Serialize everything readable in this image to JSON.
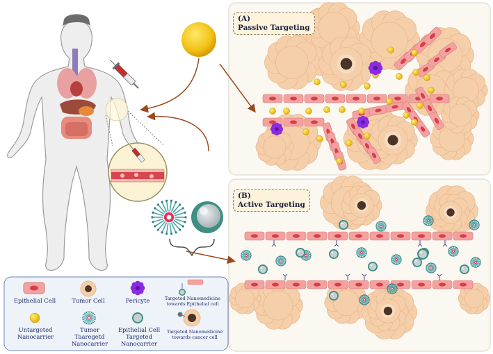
{
  "panels": {
    "passive": {
      "letter": "(A)",
      "title": "Passive Targeting"
    },
    "active": {
      "letter": "(B)",
      "title": "Active Targeting"
    }
  },
  "legend": {
    "epithelial_cell": "Epithelial Cell",
    "tumor_cell": "Tumor Cell",
    "pericyte": "Pericyte",
    "targeted_epithelial": "Targeted Nanomedicine towards Epithelial cell",
    "untargeted_nanocarrier": "Untargeted Nanocarrier",
    "tumor_targeted_nanocarrier": "Tumor Taaregetd Nanocarrier",
    "epithelial_targeted_nanocarrier": "Epithelial Cell Targeted Nanocarrier",
    "targeted_cancer": "Targeted Nanomedicine towards cancer cell"
  },
  "colors": {
    "tumor_fill": "#f5cfa9",
    "tumor_edge": "#e8b58a",
    "tumor_core": "#4a3428",
    "epithelial": "#f3a2a0",
    "epithelial_nucleus": "#d83d48",
    "untargeted_np": "#f2c316",
    "pericyte": "#8a2be2",
    "tumor_np_spikes": "#4aa6a8",
    "tumor_np_core": "#e0345c",
    "epithelial_np_shell": "#3f8f82",
    "epithelial_np_core": "#c7cfd2",
    "arrow": "#9a4a1d",
    "legend_bg": "#eef3fa",
    "legend_border": "#6c86b8",
    "panel_border": "#d8d2c4"
  },
  "icons": [
    "human-body-icon",
    "syringe-icon",
    "sun-nanoparticle-icon",
    "magnifier-icon",
    "brace-icon"
  ]
}
